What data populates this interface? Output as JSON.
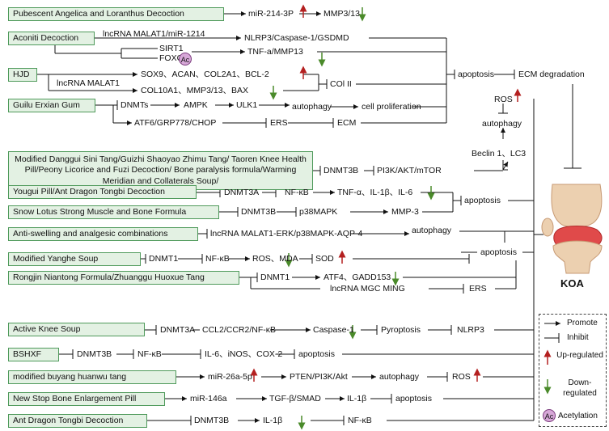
{
  "interventions": {
    "pubescent": "Pubescent Angelica and Loranthus Decoction",
    "aconiti": "Aconiti Decoction",
    "hjd": "HJD",
    "guilu": "Guilu Erxian Gum",
    "modified_danggui": "Modified Danggui Sini Tang/Guizhi Shaoyao Zhimu Tang/ Taoren Knee Health Pill/Peony Licorice and Fuzi Decoction/ Bone paralysis formula/Warming Meridian and Collaterals Soup/",
    "yougui": "Yougui Pill/Ant Dragon Tongbi Decoction",
    "snow_lotus": "Snow Lotus Strong Muscle and Bone Formula",
    "anti_swelling": "Anti-swelling and analgesic combinations",
    "modified_yanghe": "Modified Yanghe Soup",
    "rongjin": "Rongjin Niantong Formula/Zhuanggu Huoxue Tang",
    "active_knee": "Active Knee Soup",
    "bshxf": "BSHXF",
    "buyang": "modified buyang huanwu tang",
    "new_stop": "New Stop Bone Enlargement Pill",
    "ant_dragon": "Ant Dragon Tongbi Decoction"
  },
  "labels": {
    "mir214": "miR-214-3P",
    "mmp3_13_a": "MMP3/13",
    "lnc_malat1_mir1214": "lncRNA MALAT1/miR-1214",
    "nlrp3_path": "NLRP3/Caspase-1/GSDMD",
    "sirt1": "SIRT1",
    "foxo1": "FOXO1",
    "ac": "Ac",
    "tnf_mmp13": "TNF-a/MMP13",
    "sox9": "SOX9、ACAN、COL2A1、BCL-2",
    "lnc_malat1": "lncRNA MALAT1",
    "col10a1": "COL10A1、MMP3/13、BAX",
    "col2": "COl II",
    "dnmts": "DNMTs",
    "ampk": "AMPK",
    "ulk1": "ULK1",
    "autophagy_a": "autophagy",
    "cell_prolif": "cell proliferation",
    "atf6": "ATF6/GRP778/CHOP",
    "ers_a": "ERS",
    "ecm": "ECM",
    "apoptosis_top": "apoptosis",
    "ecm_degradation": "ECM degradation",
    "ros_top": "ROS",
    "autophagy_top": "autophagy",
    "beclin": "Beclin 1、LC3",
    "dnmt3b_a": "DNMT3B",
    "pi3k_akt_mtor": "PI3K/AKT/mTOR",
    "dnmt3a_a": "DNMT3A",
    "nfkb_a": "NF-κB",
    "tnf_il": "TNF-α、IL-1β、IL-6",
    "apoptosis_b": "apoptosis",
    "dnmt3b_b": "DNMT3B",
    "p38mapk": "p38MAPK",
    "mmp3": "MMP-3",
    "lnc_erk": "lncRNA MALAT1-ERK/p38MAPK-AQP-4",
    "autophagy_c": "autophagy",
    "dnmt1_a": "DNMT1",
    "nfkb_b": "NF-κB",
    "ros_mda": "ROS、MDA",
    "sod": "SOD",
    "apoptosis_c": "apoptosis",
    "dnmt1_b": "DNMT1",
    "atf4": "ATF4、GADD153",
    "lnc_mgc": "lncRNA MGC MING",
    "ers_b": "ERS",
    "dnmt3a_b": "DNMT3A",
    "ccl2": "CCL2/CCR2/NF-κB",
    "caspase1": "Caspase-1",
    "pyroptosis": "Pyroptosis",
    "nlrp3": "NLRP3",
    "dnmt3b_c": "DNMT3B",
    "nfkb_c": "NF-κB",
    "il6_inos": "IL-6、iNOS、COX-2",
    "apoptosis_d": "apoptosis",
    "mir26a": "miR-26a-5p",
    "pten": "PTEN/PI3K/Akt",
    "autophagy_d": "autophagy",
    "ros_d": "ROS",
    "mir146a": "miR-146a",
    "tgf": "TGF-β/SMAD",
    "il1b_a": "IL-1β",
    "apoptosis_e": "apoptosis",
    "dnmt3b_d": "DNMT3B",
    "il1b_b": "IL-1β",
    "nfkb_d": "NF-κB",
    "koa": "KOA"
  },
  "legend": {
    "promote": "Promote",
    "inhibit": "Inhibit",
    "up": "Up-regulated",
    "down": "Down-regulated",
    "acetylation": "Acetylation",
    "ac": "Ac"
  },
  "colors": {
    "box_fill": "#e3f1e3",
    "box_border": "#4f9a5b",
    "up_arrow": "#b42020",
    "down_arrow": "#4a8a2a",
    "acetyl": "#d7a8d8"
  }
}
